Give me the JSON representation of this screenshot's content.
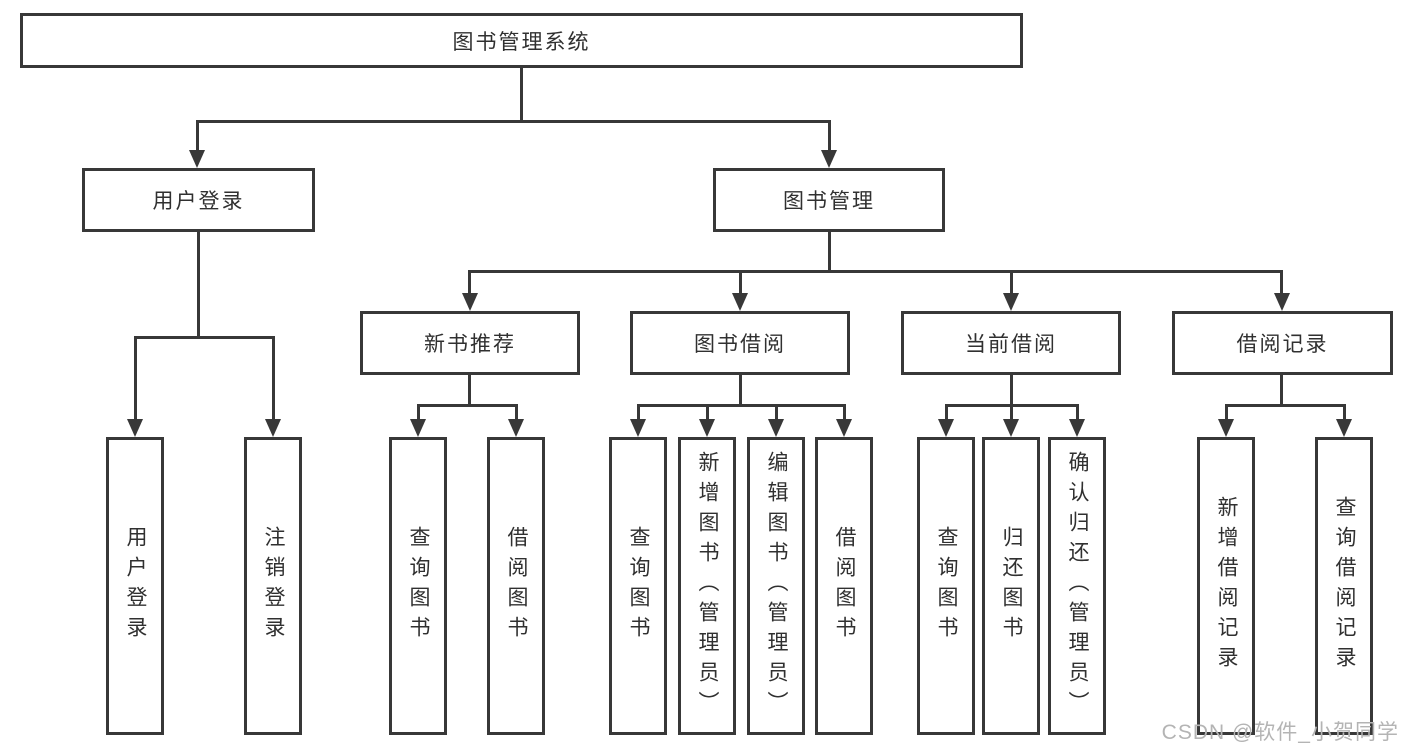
{
  "tree": {
    "root": {
      "label": "图书管理系统",
      "children": [
        {
          "label": "用户登录",
          "children": [
            {
              "label": "用户登录"
            },
            {
              "label": "注销登录"
            }
          ]
        },
        {
          "label": "图书管理",
          "children": [
            {
              "label": "新书推荐",
              "children": [
                {
                  "label": "查询图书"
                },
                {
                  "label": "借阅图书"
                }
              ]
            },
            {
              "label": "图书借阅",
              "children": [
                {
                  "label": "查询图书"
                },
                {
                  "label": "新增图书（管理员）"
                },
                {
                  "label": "编辑图书（管理员）"
                },
                {
                  "label": "借阅图书"
                }
              ]
            },
            {
              "label": "当前借阅",
              "children": [
                {
                  "label": "查询图书"
                },
                {
                  "label": "归还图书"
                },
                {
                  "label": "确认归还（管理员）"
                }
              ]
            },
            {
              "label": "借阅记录",
              "children": [
                {
                  "label": "新增借阅记录"
                },
                {
                  "label": "查询借阅记录"
                }
              ]
            }
          ]
        }
      ]
    }
  },
  "watermark": "CSDN @软件_小贺同学",
  "colors": {
    "line": "#383838",
    "text": "#303030",
    "watermark": "#b4b4b4",
    "background": "#ffffff"
  }
}
